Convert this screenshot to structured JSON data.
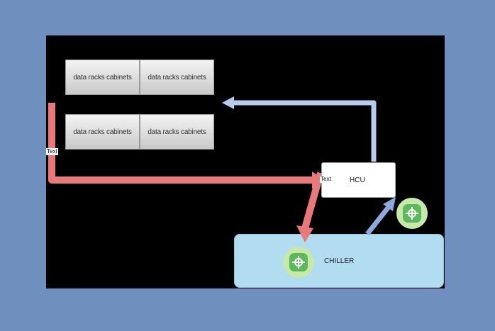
{
  "racks": [
    {
      "label": "data racks cabinets"
    },
    {
      "label": "data racks cabinets"
    },
    {
      "label": "data racks cabinets"
    },
    {
      "label": "data racks cabinets"
    }
  ],
  "hcu": {
    "label": "HCU"
  },
  "chiller": {
    "label": "CHILLER"
  },
  "text_labels": [
    "Text",
    "Text"
  ],
  "colors": {
    "hot_arrow": "#e8787a",
    "cold_arrow": "#b8cdee",
    "chiller_fill": "#b2dcf0",
    "pump": "#5cb85c",
    "frame": "#6f8fbf"
  },
  "icons": [
    "pump-icon",
    "pump-icon"
  ]
}
